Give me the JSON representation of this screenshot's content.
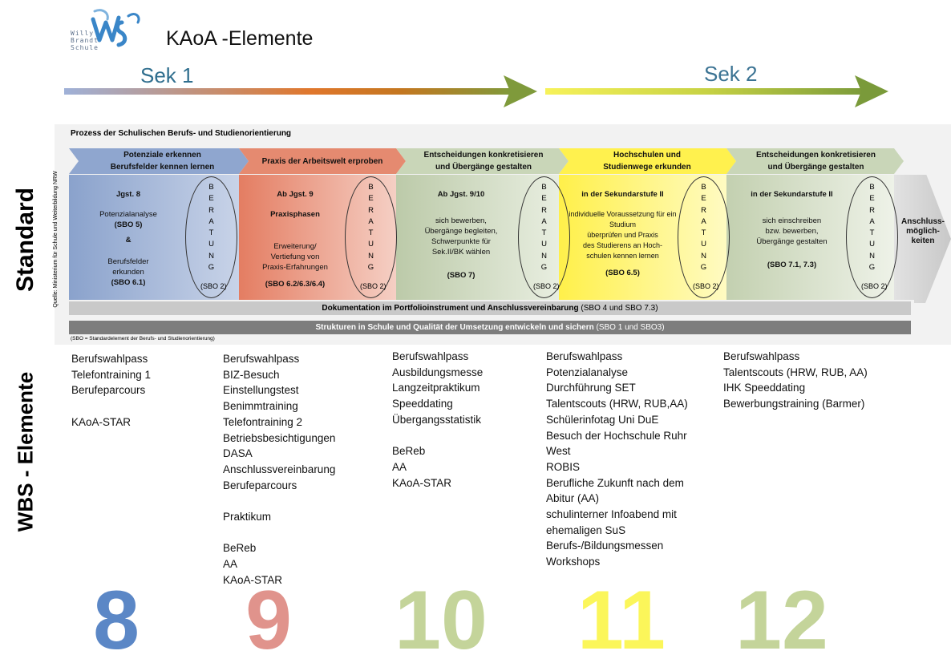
{
  "logo": {
    "text_lines": [
      "Willy",
      "Brandt",
      "Schule"
    ],
    "mark": "WBS"
  },
  "title": "KAoA -Elemente",
  "sek1": "Sek 1",
  "sek2": "Sek 2",
  "process_title": "Prozess der Schulischen Berufs- und Studienorientierung",
  "source_note": "Quelle: Ministerium für Schule und Weiterbildung NRW",
  "headers": [
    {
      "line1": "Potenziale erkennen",
      "line2": "Berufsfelder kennen lernen",
      "color": "#8fa6cf"
    },
    {
      "line1": "Praxis der Arbeitswelt erproben",
      "line2": "",
      "color": "#e58a70"
    },
    {
      "line1": "Entscheidungen konkretisieren",
      "line2": "und Übergänge gestalten",
      "color": "#c9d6b8"
    },
    {
      "line1": "Hochschulen und",
      "line2": "Studienwege erkunden",
      "color": "#fff14e"
    },
    {
      "line1": "Entscheidungen konkretisieren",
      "line2": "und Übergänge gestalten",
      "color": "#c9d6b8"
    }
  ],
  "columns": [
    {
      "head": "Jgst. 8",
      "l1": "Potenzialanalyse",
      "l2": "(SBO 5)",
      "l3": "&",
      "l4": "Berufsfelder",
      "l5": "erkunden",
      "l6": "(SBO 6.1)"
    },
    {
      "head": "Ab Jgst. 9",
      "l1": "Praxisphasen",
      "l2": "Erweiterung/",
      "l3": "Vertiefung von",
      "l4": "Praxis-Erfahrungen",
      "l5": "(SBO 6.2/6.3/6.4)"
    },
    {
      "head": "Ab Jgst. 9/10",
      "l1": "sich bewerben,",
      "l2": "Übergänge begleiten,",
      "l3": "Schwerpunkte für",
      "l4": "Sek.II/BK wählen",
      "l5": "(SBO 7)"
    },
    {
      "head": "in der Sekundarstufe II",
      "l1": "individuelle Voraussetzung für ein Studium",
      "l2": "überprüfen und Praxis",
      "l3": "des Studierens an Hoch-",
      "l4": "schulen kennen lernen",
      "l5": "(SBO 6.5)"
    },
    {
      "head": "in der Sekundarstufe II",
      "l1": "sich einschreiben",
      "l2": "bzw. bewerben,",
      "l3": "Übergänge gestalten",
      "l4": "(SBO 7.1, 7.3)"
    }
  ],
  "beratung_letters": [
    "B",
    "E",
    "R",
    "A",
    "T",
    "U",
    "N",
    "G"
  ],
  "beratung_sbo": "(SBO 2)",
  "anschluss": [
    "Anschluss-",
    "möglich-",
    "keiten"
  ],
  "bar1": {
    "bold": "Dokumentation im Portfolioinstrument und Anschlussvereinbarung",
    "rest": " (SBO 4 und SBO 7.3)"
  },
  "bar2": {
    "bold": "Strukturen in Schule und Qualität der Umsetzung entwickeln und sichern",
    "rest": " (SBO 1 und SBO3)"
  },
  "footnote": "(SBO = Standardelement der Berufs- und Studienorientierung)",
  "label_standard": "Standard",
  "label_wbs": "WBS - Elemente",
  "lists": [
    "Berufswahlpass\nTelefontraining 1\nBerufeparcours\n\nKAoA-STAR",
    "Berufswahlpass\nBIZ-Besuch\nEinstellungstest\nBenimmtraining\nTelefontraining 2\nBetriebsbesichtigungen\nDASA\nAnschlussvereinbarung\nBerufeparcours\n\nPraktikum\n\nBeReb\nAA\nKAoA-STAR",
    "Berufswahlpass\nAusbildungsmesse\nLangzeitpraktikum\nSpeeddating\nÜbergangsstatistik\n\nBeReb\nAA\nKAoA-STAR",
    "Berufswahlpass\nPotenzialanalyse\nDurchführung SET\nTalentscouts (HRW, RUB,AA)\nSchülerinfotag Uni DuE\nBesuch der Hochschule Ruhr\nWest\nROBIS\nBerufliche Zukunft nach dem\nAbitur (AA)\nschulinterner Infoabend mit\nehemaligen SuS\nBerufs-/Bildungsmessen\nWorkshops",
    "Berufswahlpass\nTalentscouts (HRW, RUB, AA)\nIHK Speeddating\nBewerbungstraining (Barmer)"
  ],
  "grades": [
    {
      "label": "8",
      "color": "#5b87c6"
    },
    {
      "label": "9",
      "color": "#e0938c"
    },
    {
      "label": "10",
      "color": "#c4d49a"
    },
    {
      "label": "11",
      "color": "#fbf65a"
    },
    {
      "label": "12",
      "color": "#c4d49a"
    }
  ]
}
